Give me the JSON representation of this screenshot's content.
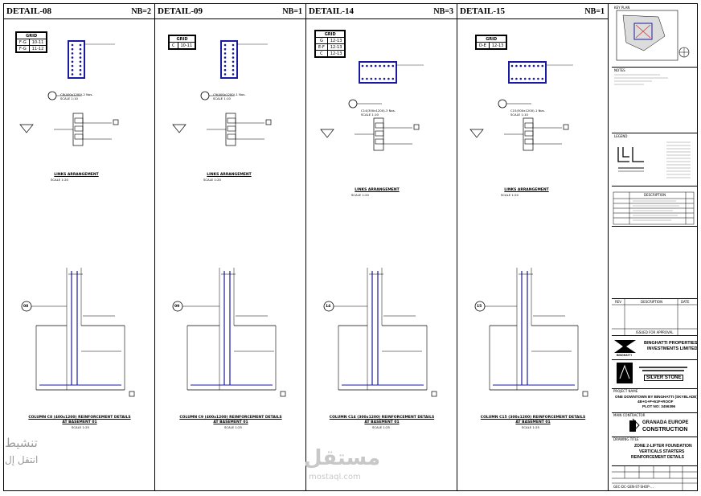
{
  "details": [
    {
      "title": "DETAIL-08",
      "nb": "NB=2",
      "grid": {
        "header": "GRID",
        "rows": [
          [
            "F-G",
            "10-11"
          ],
          [
            "F-G",
            "11-12"
          ]
        ]
      },
      "section_label": "C8(400x1200)-2 Nos.",
      "scale": "SCALE 1:10",
      "links_caption": "LINKS ARRANGEMENT",
      "links_scale": "SCALE 1:20",
      "column_caption_1": "COLUMN C8 (400x1200) REINFORCEMENT DETAILS",
      "column_caption_2": "AT BASEMENT 01",
      "column_scale": "SCALE 1:25",
      "marker": "08"
    },
    {
      "title": "DETAIL-09",
      "nb": "NB=1",
      "grid": {
        "header": "GRID",
        "rows": [
          [
            "C",
            "10-11"
          ]
        ]
      },
      "section_label": "C9(400x1200)-1 Nos.",
      "scale": "SCALE 1:10",
      "links_caption": "LINKS ARRANGEMENT",
      "links_scale": "SCALE 1:20",
      "column_caption_1": "COLUMN C9 (400x1200) REINFORCEMENT DETAILS",
      "column_caption_2": "AT BASEMENT 01",
      "column_scale": "SCALE 1:25",
      "marker": "09"
    },
    {
      "title": "DETAIL-14",
      "nb": "NB=3",
      "grid": {
        "header": "GRID",
        "rows": [
          [
            "G",
            "12-13"
          ],
          [
            "E-F",
            "12-13"
          ],
          [
            "C",
            "12-13"
          ]
        ]
      },
      "section_label": "C14(300x1200)-3 Nos.",
      "scale": "SCALE 1:10",
      "links_caption": "LINKS ARRANGEMENT",
      "links_scale": "SCALE 1:20",
      "column_caption_1": "COLUMN C14 (300x1200) REINFORCEMENT DETAILS",
      "column_caption_2": "AT BASEMENT 01",
      "column_scale": "SCALE 1:25",
      "marker": "14"
    },
    {
      "title": "DETAIL-15",
      "nb": "NB=1",
      "grid": {
        "header": "GRID",
        "rows": [
          [
            "D-E",
            "12-13"
          ]
        ]
      },
      "section_label": "C15(300x1200)-1 Nos.",
      "scale": "SCALE 1:10",
      "links_caption": "LINKS ARRANGEMENT",
      "links_scale": "SCALE 1:20",
      "column_caption_1": "COLUMN C15 (300x1200) REINFORCEMENT DETAILS",
      "column_caption_2": "AT BASEMENT 01",
      "column_scale": "SCALE 1:25",
      "marker": "15"
    }
  ],
  "title_block": {
    "key_plan": "KEY PLAN",
    "legend": "LEGEND",
    "notes": "NOTES",
    "description": "DESCRIPTION",
    "rev": "REV",
    "date": "DATE",
    "issued_for": "ISSUED FOR APPROVAL",
    "client_name_1": "BINGHATTI PROPERTIES",
    "client_name_2": "INVESTMENTS LIMITED",
    "client_logo_text": "BINGHATTI",
    "consultant_text": "SILVER STONE",
    "project_name_label": "PROJECT NAME",
    "project_1": "ONE DOWNTOWN BY BINGHATTI (SKYBLADE)",
    "project_2": "4B+G+P+61F+ROOF",
    "project_3": "PLOT NO: 3456396",
    "contractor_label": "MAIN CONTRACTOR",
    "contractor_1": "GRANADA EUROPE",
    "contractor_2": "CONSTRUCTION",
    "drawing_title_label": "DRAWING TITLE",
    "drawing_1": "ZONE 2-LIFTER FOUNDATION",
    "drawing_2": "VERTICALS STARTERS",
    "drawing_3": "REINFORCEMENT DETAILS",
    "drawing_no": "GEC-DC-GEN-ST-SHOP-…"
  },
  "watermark": {
    "arabic_brand": "مستقل",
    "latin_brand": "mostaql.com",
    "activate_1": "تنشيط",
    "activate_2": "انتقل إل"
  },
  "colors": {
    "rebar": "#1a1aa0",
    "line": "#000000",
    "accent": "#cc2222"
  }
}
